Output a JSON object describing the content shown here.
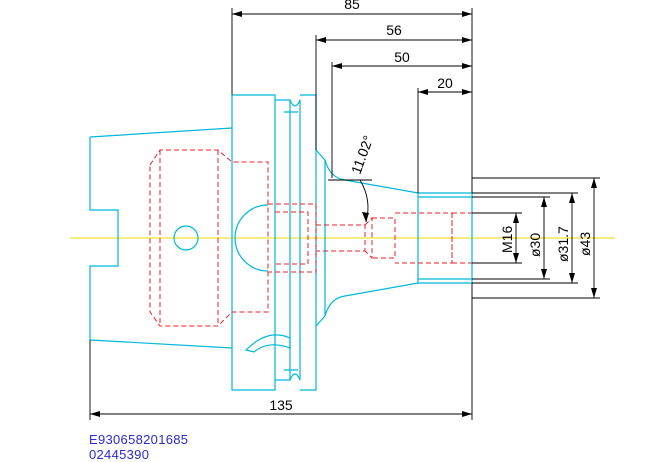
{
  "dimensions": {
    "overall_length_top": "85",
    "flange_to_tip": "56",
    "cone_length": "50",
    "bore_depth": "20",
    "overall_length_bottom": "135",
    "taper_angle": "11.02°",
    "thread": "M16",
    "bore_diameter": "ø30",
    "tip_diameter": "ø31.7",
    "shoulder_diameter": "ø43"
  },
  "codes": {
    "part_number": "E930658201685",
    "order_number": "02445390"
  },
  "colors": {
    "outline": "#00b8d8",
    "hidden": "#e8202a",
    "centerline": "#e8d800",
    "dimension": "#000000",
    "code_text": "#2a2ad0"
  }
}
